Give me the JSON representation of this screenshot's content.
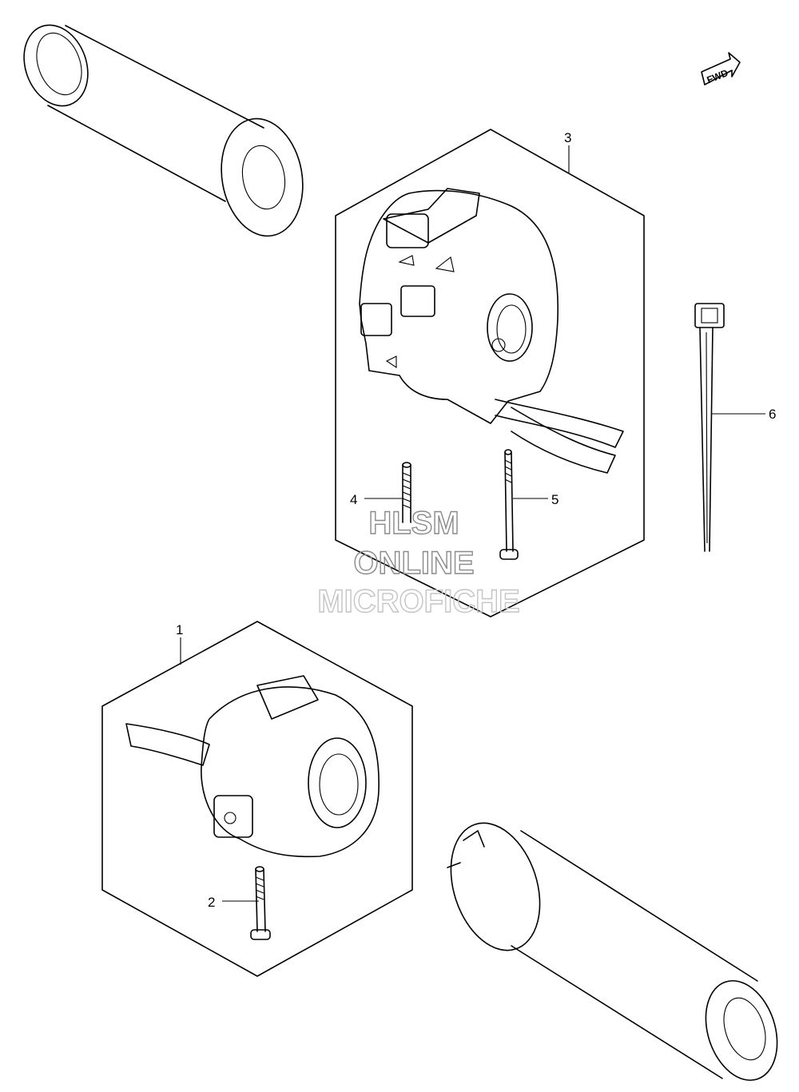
{
  "fwd_arrow": {
    "label": "FWD"
  },
  "callouts": [
    {
      "id": "1",
      "label": "1"
    },
    {
      "id": "2",
      "label": "2"
    },
    {
      "id": "3",
      "label": "3"
    },
    {
      "id": "4",
      "label": "4"
    },
    {
      "id": "5",
      "label": "5"
    },
    {
      "id": "6",
      "label": "6"
    }
  ],
  "watermark": {
    "line1": "HLSM",
    "line2": "ONLINE",
    "line3": "MICROFICHE"
  }
}
